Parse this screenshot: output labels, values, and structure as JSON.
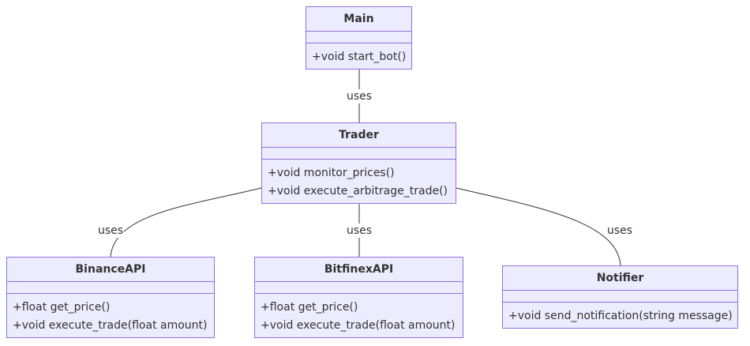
{
  "diagram": {
    "classes": [
      {
        "name": "Main",
        "attributes": [],
        "methods": [
          "+void start_bot()"
        ]
      },
      {
        "name": "Trader",
        "attributes": [],
        "methods": [
          "+void monitor_prices()",
          "+void execute_arbitrage_trade()"
        ]
      },
      {
        "name": "BinanceAPI",
        "attributes": [],
        "methods": [
          "+float get_price()",
          "+void execute_trade(float amount)"
        ]
      },
      {
        "name": "BitfinexAPI",
        "attributes": [],
        "methods": [
          "+float get_price()",
          "+void execute_trade(float amount)"
        ]
      },
      {
        "name": "Notifier",
        "attributes": [],
        "methods": [
          "+void send_notification(string message)"
        ]
      }
    ],
    "relations": [
      {
        "from": "Main",
        "to": "Trader",
        "label": "uses"
      },
      {
        "from": "Trader",
        "to": "BinanceAPI",
        "label": "uses"
      },
      {
        "from": "Trader",
        "to": "BitfinexAPI",
        "label": "uses"
      },
      {
        "from": "Trader",
        "to": "Notifier",
        "label": "uses"
      }
    ],
    "colors": {
      "box_fill": "#ECECFF",
      "box_border": "#9370DB",
      "edge": "#333333",
      "text": "#333333"
    }
  }
}
